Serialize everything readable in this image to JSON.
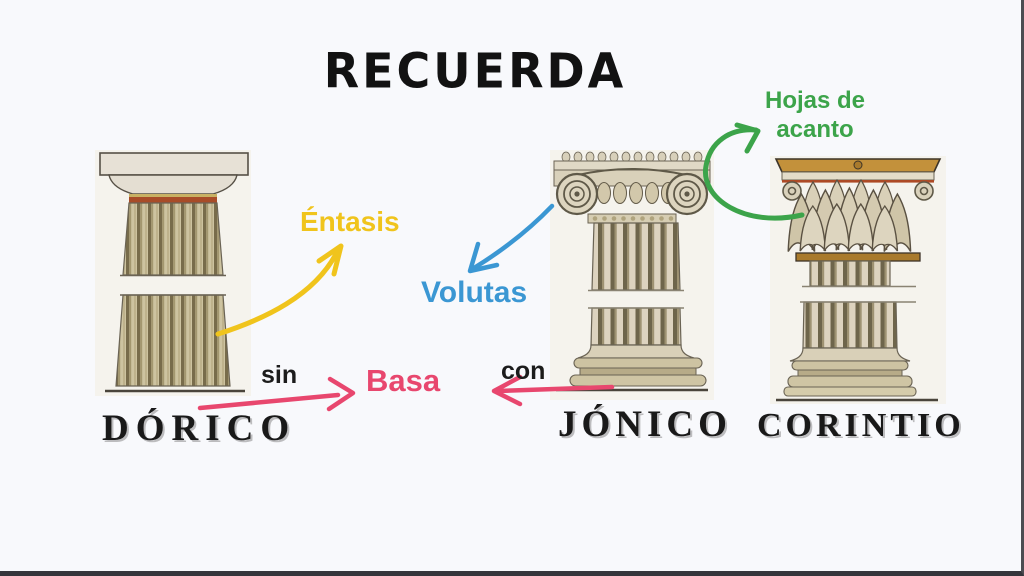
{
  "title": "RECUERDA",
  "annotations": {
    "entasis": {
      "label": "Éntasis",
      "color": "#f0c41c"
    },
    "volutas": {
      "label": "Volutas",
      "color": "#3b97d3"
    },
    "hojas_de_acanto": {
      "label": "Hojas de acanto",
      "color": "#3ca44a"
    },
    "basa": {
      "label": "Basa",
      "color": "#e8476e"
    },
    "sin": {
      "label": "sin",
      "color": "#1c1c1c"
    },
    "con": {
      "label": "con",
      "color": "#1c1c1c"
    }
  },
  "columns": [
    {
      "id": "dorico",
      "label": "DÓRICO"
    },
    {
      "id": "jonico",
      "label": "JÓNICO"
    },
    {
      "id": "corintio",
      "label": "CORINTIO"
    }
  ],
  "arrows": [
    {
      "name": "entasis-arrow",
      "color": "#f0c41c",
      "points_from": "doric shaft",
      "points_to": "Éntasis"
    },
    {
      "name": "volutas-arrow",
      "color": "#3b97d3",
      "points_from": "ionic capital",
      "points_to": "Volutas"
    },
    {
      "name": "hojas-arrow",
      "color": "#3ca44a",
      "points_from": "corinthian capital",
      "points_to": "Hojas de acanto"
    },
    {
      "name": "basa-sin-arrow",
      "color": "#e8476e",
      "points_from": "doric bottom",
      "points_to": "Basa"
    },
    {
      "name": "basa-con-arrow",
      "color": "#e8476e",
      "points_from": "ionic base",
      "points_to": "Basa"
    }
  ]
}
